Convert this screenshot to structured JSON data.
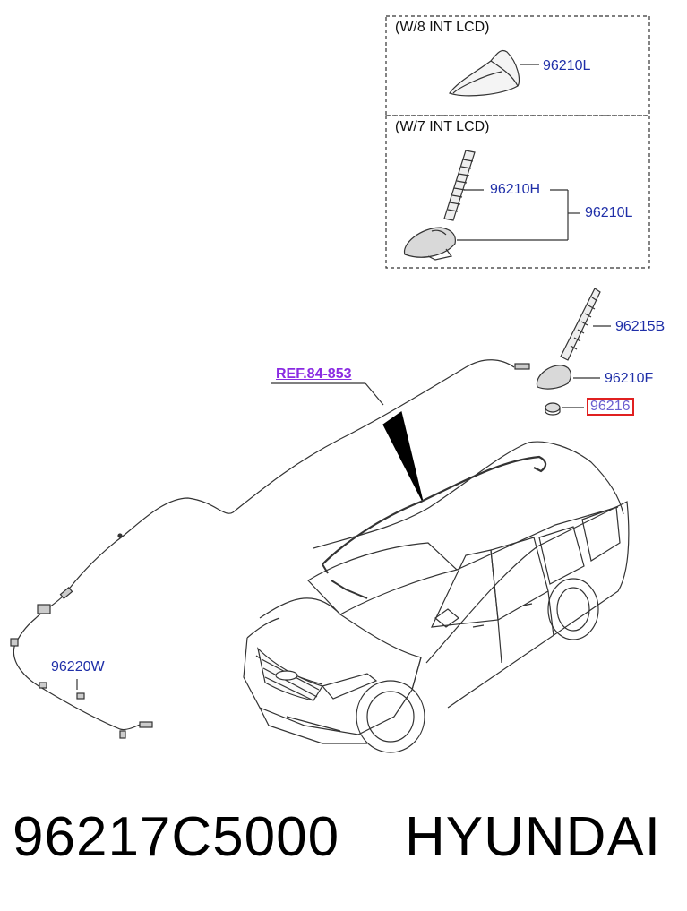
{
  "labels": {
    "variant_top": "(W/8 INT LCD)",
    "variant_bottom": "(W/7 INT LCD)",
    "shark_fin_top": "96210L",
    "rod_antenna": "96210H",
    "assembly_bottom": "96210L",
    "rod_roof": "96215B",
    "base_roof": "96210F",
    "nut_highlighted": "96216",
    "reference": "REF.84-853",
    "feeder_cable": "96220W"
  },
  "highlight_color": "#e02020",
  "part_link_color": "#1f2fa8",
  "reference_color": "#8a2be2",
  "footer": {
    "part_number": "96217C5000",
    "brand": "HYUNDAI"
  }
}
